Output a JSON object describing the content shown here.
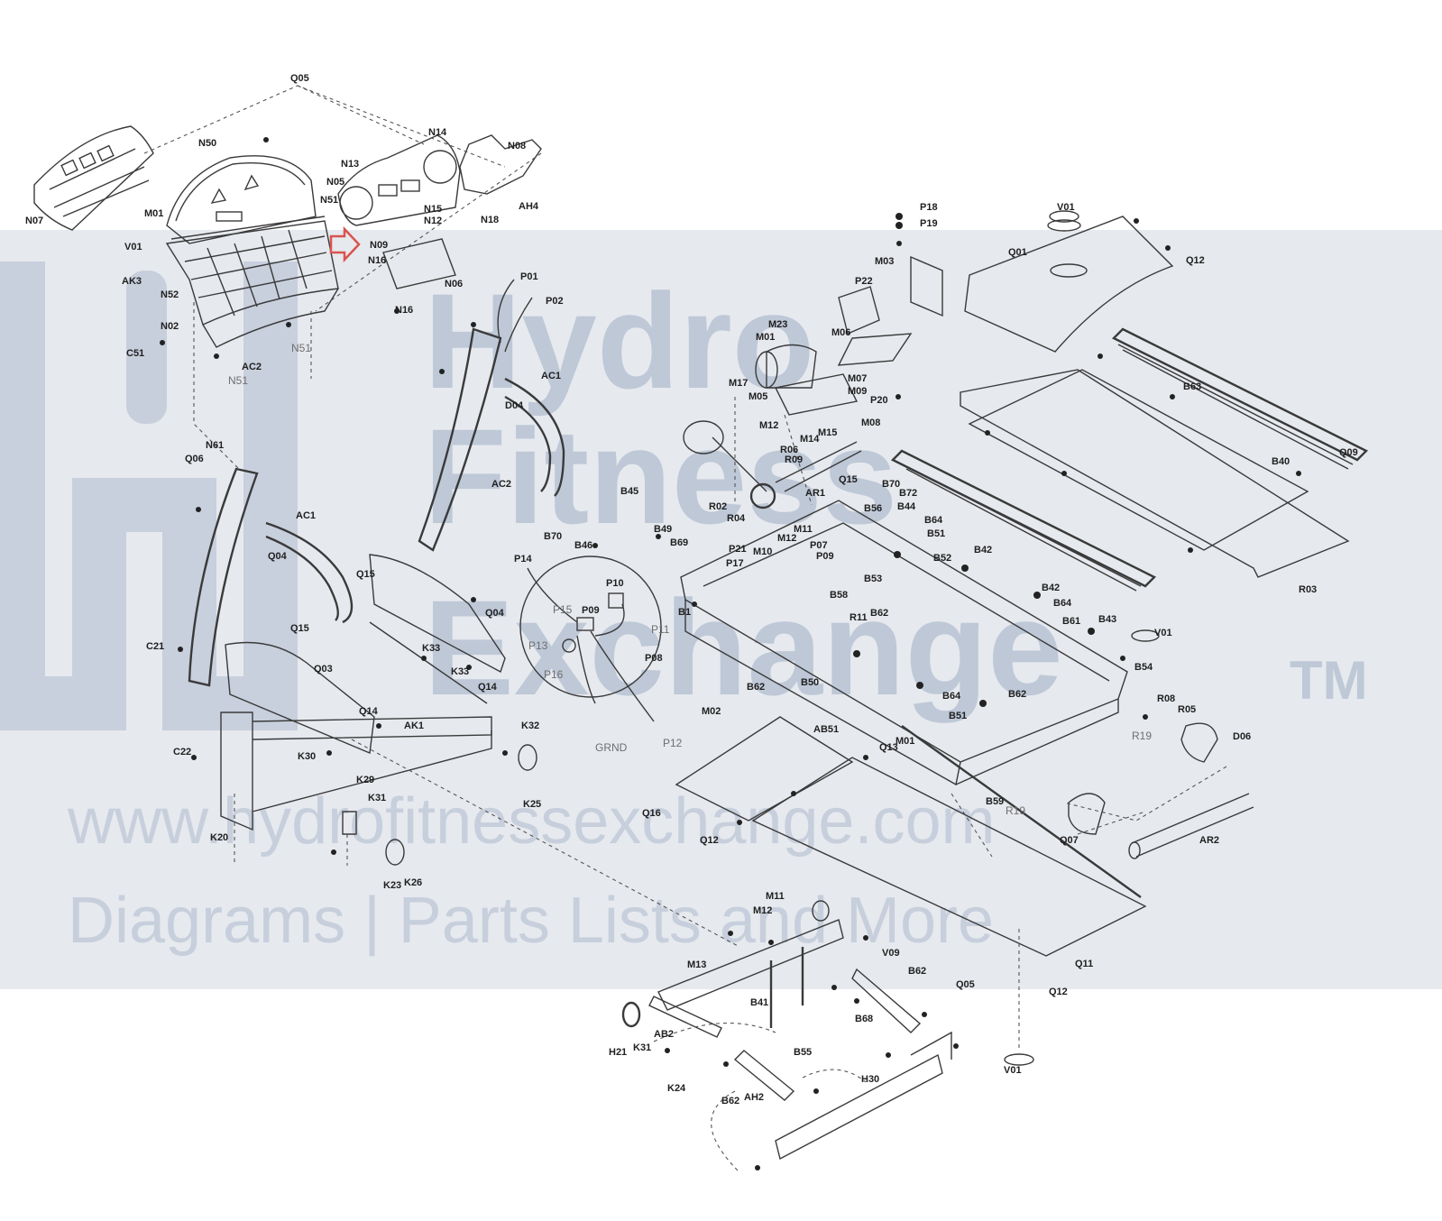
{
  "watermark": {
    "line1": "Hydro",
    "line2": "Fitness",
    "line3": "Exchange",
    "tm": "TM",
    "url": "www.hydrofitnessexchange.com",
    "tagline": "Diagrams | Parts Lists and More",
    "band_color": "#d7dbe3",
    "brand_color": "#8fa1bd"
  },
  "labels": {
    "q05_top": "Q05",
    "n50": "N50",
    "n14": "N14",
    "n08": "N08",
    "n13": "N13",
    "n05": "N05",
    "n51_a": "N51",
    "n15": "N15",
    "n12": "N12",
    "n07": "N07",
    "m01": "M01",
    "v01_left": "V01",
    "ak3": "AK3",
    "n52": "N52",
    "n02": "N02",
    "c51": "C51",
    "ac2_top": "AC2",
    "n51_b": "N51",
    "n51_c": "N51",
    "n09": "N09",
    "n16_a": "N16",
    "n06": "N06",
    "n16_b": "N16",
    "ah4": "AH4",
    "n18": "N18",
    "p01": "P01",
    "p02": "P02",
    "ac1_a": "AC1",
    "d04": "D04",
    "ac2": "AC2",
    "n61": "N61",
    "q06": "Q06",
    "ac1_b": "AC1",
    "q04_left": "Q04",
    "q15_a": "Q15",
    "q15_b": "Q15",
    "c21": "C21",
    "q03": "Q03",
    "q04": "Q04",
    "k33": "K33",
    "k33_b": "K33",
    "q14_a": "Q14",
    "q14_b": "Q14",
    "k32": "K32",
    "ak1": "AK1",
    "c22": "C22",
    "k30": "K30",
    "k29": "K29",
    "k31": "K31",
    "k25_a": "K25",
    "k20": "K20",
    "k23": "K23",
    "k26": "K26",
    "p14": "P14",
    "p10": "P10",
    "p15": "P15",
    "p09": "P09",
    "p11": "P11",
    "p13": "P13",
    "p08": "P08",
    "p16": "P16",
    "grnd": "GRND",
    "p12": "P12",
    "b45": "B45",
    "b70_a": "B70",
    "b46": "B46",
    "b49": "B49",
    "b69": "B69",
    "p18": "P18",
    "p19": "P19",
    "m03": "M03",
    "p22": "P22",
    "m06": "M06",
    "m23": "M23",
    "m01_motor": "M01",
    "m17": "M17",
    "m05": "M05",
    "m07": "M07",
    "m09": "M09",
    "m08": "M08",
    "p20": "P20",
    "m12_a": "M12",
    "m14": "M14",
    "m15": "M15",
    "r06": "R06",
    "r09": "R09",
    "r02": "R02",
    "r04": "R04",
    "ar1": "AR1",
    "q15_c": "Q15",
    "b70_b": "B70",
    "b72": "B72",
    "b56": "B56",
    "b44": "B44",
    "b64_a": "B64",
    "b51_a": "B51",
    "b52": "B52",
    "b42_a": "B42",
    "b42_b": "B42",
    "b64_b": "B64",
    "b61": "B61",
    "m12_b": "M12",
    "m11_a": "M11",
    "p07": "P07",
    "p09_b": "P09",
    "p21": "P21",
    "p17": "P17",
    "m10": "M10",
    "b53": "B53",
    "b58": "B58",
    "b62_a": "B62",
    "r11": "R11",
    "b1": "B1",
    "m02": "M02",
    "b62_b": "B62",
    "b50": "B50",
    "ab51": "AB51",
    "b64_c": "B64",
    "b51_b": "B51",
    "b62_c": "B62",
    "m01_b": "M01",
    "q13": "Q13",
    "b59": "B59",
    "r19_a": "R19",
    "b43": "B43",
    "v01_right": "V01",
    "b54": "B54",
    "r08": "R08",
    "r05": "R05",
    "d06": "D06",
    "r19_b": "R19",
    "q07": "Q07",
    "ar2": "AR2",
    "q16": "Q16",
    "q12_a": "Q12",
    "v01_top": "V01",
    "q01": "Q01",
    "q12_b": "Q12",
    "b63": "B63",
    "b40": "B40",
    "q09": "Q09",
    "r03": "R03",
    "m11_b": "M11",
    "m12_c": "M12",
    "m13": "M13",
    "v09": "V09",
    "b62_d": "B62",
    "q05_bottom": "Q05",
    "q11": "Q11",
    "q12_c": "Q12",
    "v01_bottom": "V01",
    "b41": "B41",
    "b68": "B68",
    "h21": "H21",
    "k31_b": "K31",
    "ab2": "AB2",
    "b55": "B55",
    "k24": "K24",
    "b62_e": "B62",
    "ah2": "AH2",
    "h30": "H30"
  }
}
